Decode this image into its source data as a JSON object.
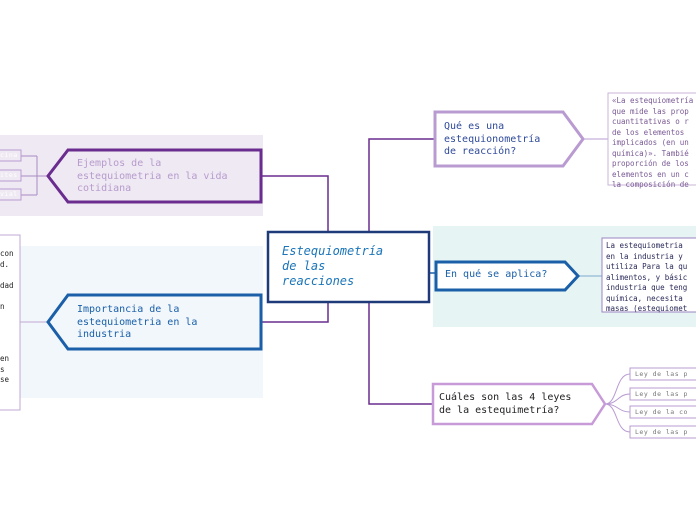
{
  "central": {
    "title": "Estequiometría\nde las\nreacciones"
  },
  "branches": {
    "que_es": {
      "label": "Qué es una\nestequionometría\nde reacción?",
      "detail": "«La estequiometría\nque mide las prop\ncuantitativas o r\nde los elementos\nimplicados (en un\nquímica)». Tambié\nproporción de los\nelementos en un c\nla composición de"
    },
    "aplica": {
      "label": "En qué se aplica?",
      "detail": "La estequiometria\nen la industria y\nutiliza Para la qu\nalimentos, y básic\nindustria que teng\nquímica, necesita\nmasas (estequiomet"
    },
    "leyes": {
      "label": "Cuáles son las 4 leyes\nde la estequimetría?",
      "items": [
        "Ley de las p",
        "Ley de las p",
        "Ley de la co",
        "Ley de las p"
      ]
    },
    "ejemplos": {
      "label": "Ejemplos de la\nestequiometria en la vida\ncotidiana",
      "items": [
        "cina",
        "ites",
        "vial"
      ]
    },
    "importancia": {
      "label": "Importancia de la\nestequiometria en la\nindustria",
      "detail": "con\nd.\n\ndad\n\nn\n\n\n\n\nen\ns\nse"
    }
  },
  "colors": {
    "purple_dark": "#6a2d8f",
    "purple_light": "#b99bd2",
    "blue": "#1a5fa8",
    "navy": "#1e3a78",
    "central_text": "#1b75b8",
    "band_purple": "#efe9f3",
    "band_blue": "#f2f7fc",
    "band_teal": "#e6f4f3"
  }
}
